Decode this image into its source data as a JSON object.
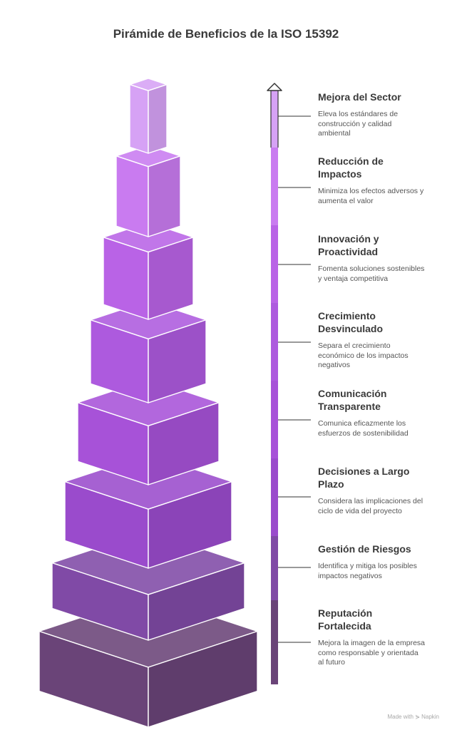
{
  "title": "Pirámide de Beneficios de la ISO 15392",
  "levels": [
    {
      "title": "Mejora del Sector",
      "description": "Eleva los estándares de construcción y calidad ambiental",
      "color": "#d6a2f5"
    },
    {
      "title": "Reducción de Impactos",
      "description": "Minimiza los efectos adversos y aumenta el valor",
      "color": "#c97bf0"
    },
    {
      "title": "Innovación y Proactividad",
      "description": "Fomenta soluciones sostenibles y ventaja competitiva",
      "color": "#b963e6"
    },
    {
      "title": "Crecimiento Desvinculado",
      "description": "Separa el crecimiento económico de los impactos negativos",
      "color": "#ad5ade"
    },
    {
      "title": "Comunicación Transparente",
      "description": "Comunica eficazmente los esfuerzos de sostenibilidad",
      "color": "#a752d8"
    },
    {
      "title": "Decisiones a Largo Plazo",
      "description": "Considera las implicaciones del ciclo de vida del proyecto",
      "color": "#9a4bcc"
    },
    {
      "title": "Gestión de Riesgos",
      "description": "Identifica y mitiga los posibles impactos negativos",
      "color": "#804aa6"
    },
    {
      "title": "Reputación Fortalecida",
      "description": "Mejora la imagen de la empresa como responsable y orientada al futuro",
      "color": "#6a4478"
    }
  ],
  "watermark": "Made with ⋟ Napkin"
}
